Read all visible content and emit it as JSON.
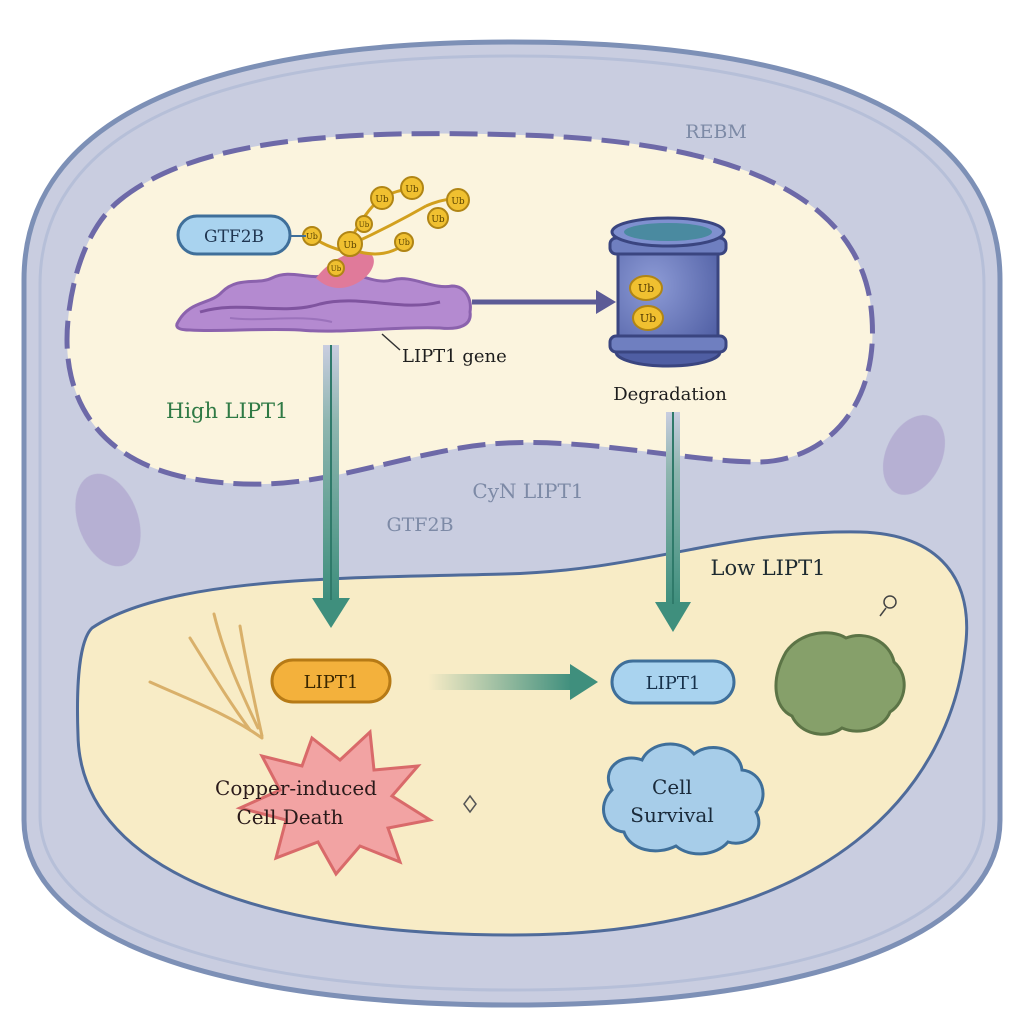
{
  "colors": {
    "cell_fill": "#c9cde0",
    "cell_border": "#7d90b6",
    "nucleus_fill": "#fbf4de",
    "nucleus_dash": "#6d69a8",
    "cytoplasm_fill": "#f8ecc6",
    "arrow_teal": "#3f8f7d",
    "arrow_purple": "#5c5b96",
    "green_label": "#2f7a45",
    "gray_label": "#7d8aa6",
    "orange_pill": "#f3b13c",
    "blue_pill": "#a9d3ef",
    "death_burst": "#f2a3a3",
    "survival_cloud": "#a7cde9",
    "proteasome": "#6f7fc0",
    "dna": "#b48ad0",
    "ubiquitin": "#f0c030"
  },
  "labels": {
    "rebm": "REBM",
    "gtf2b_nucleus": "GTF2B",
    "lipt1_gene": "LIPT1 gene",
    "degradation": "Degradation",
    "high_lipt1": "High LIPT1",
    "cyn_lipt1": "CyN LIPT1",
    "gtf2b_cyto": "GTF2B",
    "low_lipt1": "Low LIPT1",
    "lipt1_high_pill": "LIPT1",
    "lipt1_low_pill": "LIPT1",
    "copper_line1": "Copper-induced",
    "copper_line2": "Cell Death",
    "survival_line1": "Cell",
    "survival_line2": "Survival",
    "ub_1": "Ub",
    "ub_2": "Ub",
    "ub_3": "Ub",
    "ub_4": "Ub",
    "ub_5": "Ub",
    "ub_6": "Ub",
    "ub_7": "Ub",
    "ub_8": "Ub",
    "ub_9": "Ub",
    "proteasome_ub_1": "Ub",
    "proteasome_ub_2": "Ub"
  },
  "icons": {
    "ubiquitin_chain": "ubiquitin-chain-icon",
    "dna_strand": "dna-strand-icon",
    "proteasome": "proteasome-barrel-icon",
    "starburst": "starburst-icon",
    "cloud": "cloud-icon",
    "organelle": "organelle-blob-icon"
  }
}
